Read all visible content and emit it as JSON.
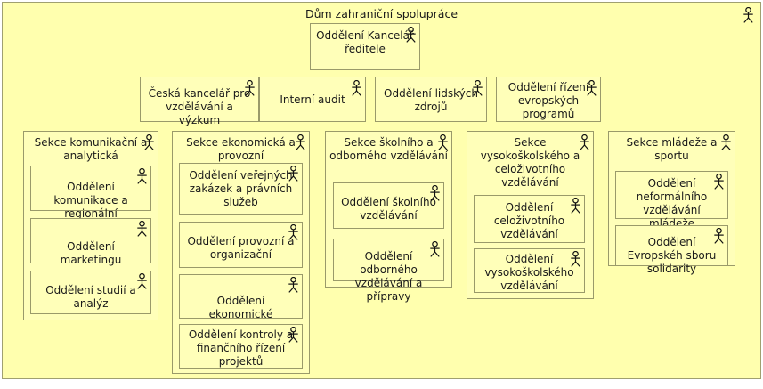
{
  "diagram": {
    "title": "Dům zahraniční spolupráce",
    "type": "uml-actor-organization-chart",
    "icon_name": "actor-icon",
    "colors": {
      "frame_fill": "#FFFFAE",
      "box_fill": "#FFFFB9",
      "border": "#9A9A6A",
      "text": "#1A1A1A"
    }
  },
  "director_office": {
    "label": "Oddělení Kancelář ředitele"
  },
  "staff_units": [
    {
      "label": "Česká kancelář pro vzdělávání a výzkum"
    },
    {
      "label": "Interní audit"
    },
    {
      "label": "Oddělení lidských zdrojů"
    },
    {
      "label": "Oddělení řízení evropských programů"
    }
  ],
  "sections": [
    {
      "label": "Sekce komunikační a analytická",
      "departments": [
        {
          "label": "Oddělení komunikace a regionální spolupráce"
        },
        {
          "label": "Oddělení marketingu"
        },
        {
          "label": "Oddělení studií a analýz"
        }
      ]
    },
    {
      "label": "Sekce ekonomická a provozní",
      "departments": [
        {
          "label": "Oddělení veřejných zakázek a právních služeb"
        },
        {
          "label": "Oddělení provozní a organizační"
        },
        {
          "label": "Oddělení ekonomické"
        },
        {
          "label": "Oddělení kontroly a finančního řízení projektů"
        }
      ]
    },
    {
      "label": "Sekce školního a odborného vzdělávání",
      "departments": [
        {
          "label": "Oddělení školního vzdělávání"
        },
        {
          "label": "Oddělení odborného vzdělávání a přípravy"
        }
      ]
    },
    {
      "label": "Sekce vysokoškolského a celoživotního vzdělávání",
      "departments": [
        {
          "label": "Oddělení celoživotního vzdělávání"
        },
        {
          "label": "Oddělení vysokoškolského vzdělávání"
        }
      ]
    },
    {
      "label": "Sekce mládeže a sportu",
      "departments": [
        {
          "label": "Oddělení neformálního vzdělávání mládeže"
        },
        {
          "label": "Oddělení Evropskéh sboru solidarity"
        }
      ]
    }
  ]
}
